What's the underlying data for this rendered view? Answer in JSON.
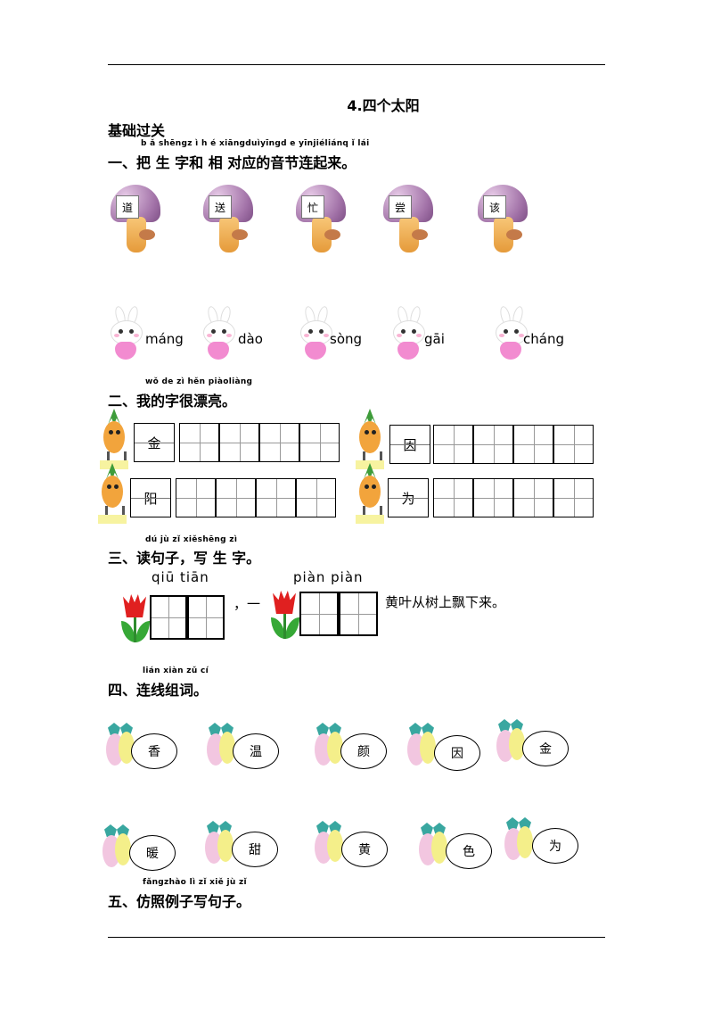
{
  "title": "4.四个太阳",
  "subtitle": "基础过关",
  "s1": {
    "pinyin": "b ǎ shēngz ì h é xiāngduìyīngd e yīnjiéliánq ǐ lái",
    "heading": "一、把 生 字和 相 对应的音节连起来。",
    "chars": [
      "道",
      "送",
      "忙",
      "尝",
      "该"
    ],
    "syllables": [
      "máng",
      "dào",
      "sòng",
      "gāi",
      "cháng"
    ]
  },
  "s2": {
    "pinyin": "wǒ  de  zì  hěn piàoliàng",
    "heading": "二、我的字很漂亮。",
    "chars": [
      "金",
      "因",
      "阳",
      "为"
    ]
  },
  "s3": {
    "pinyin": "dú  jù  zǐ    xiěshēng zì",
    "heading": "三、读句子，写 生 字。",
    "pinyin1": "qiū  tiān",
    "pinyin2": "piàn  piàn",
    "comma_one": "，一",
    "sentence_end": "黄叶从树上飘下来。"
  },
  "s4": {
    "pinyin": "lián xiàn  zǔ    cí",
    "heading": "四、连线组词。",
    "row1": [
      "香",
      "温",
      "颜",
      "因",
      "金"
    ],
    "row2": [
      "暖",
      "甜",
      "黄",
      "色",
      "为"
    ]
  },
  "s5": {
    "pinyin": "fǎngzhào lì  zǐ  xiě  jù  zǐ",
    "heading": "五、仿照例子写句子。"
  }
}
